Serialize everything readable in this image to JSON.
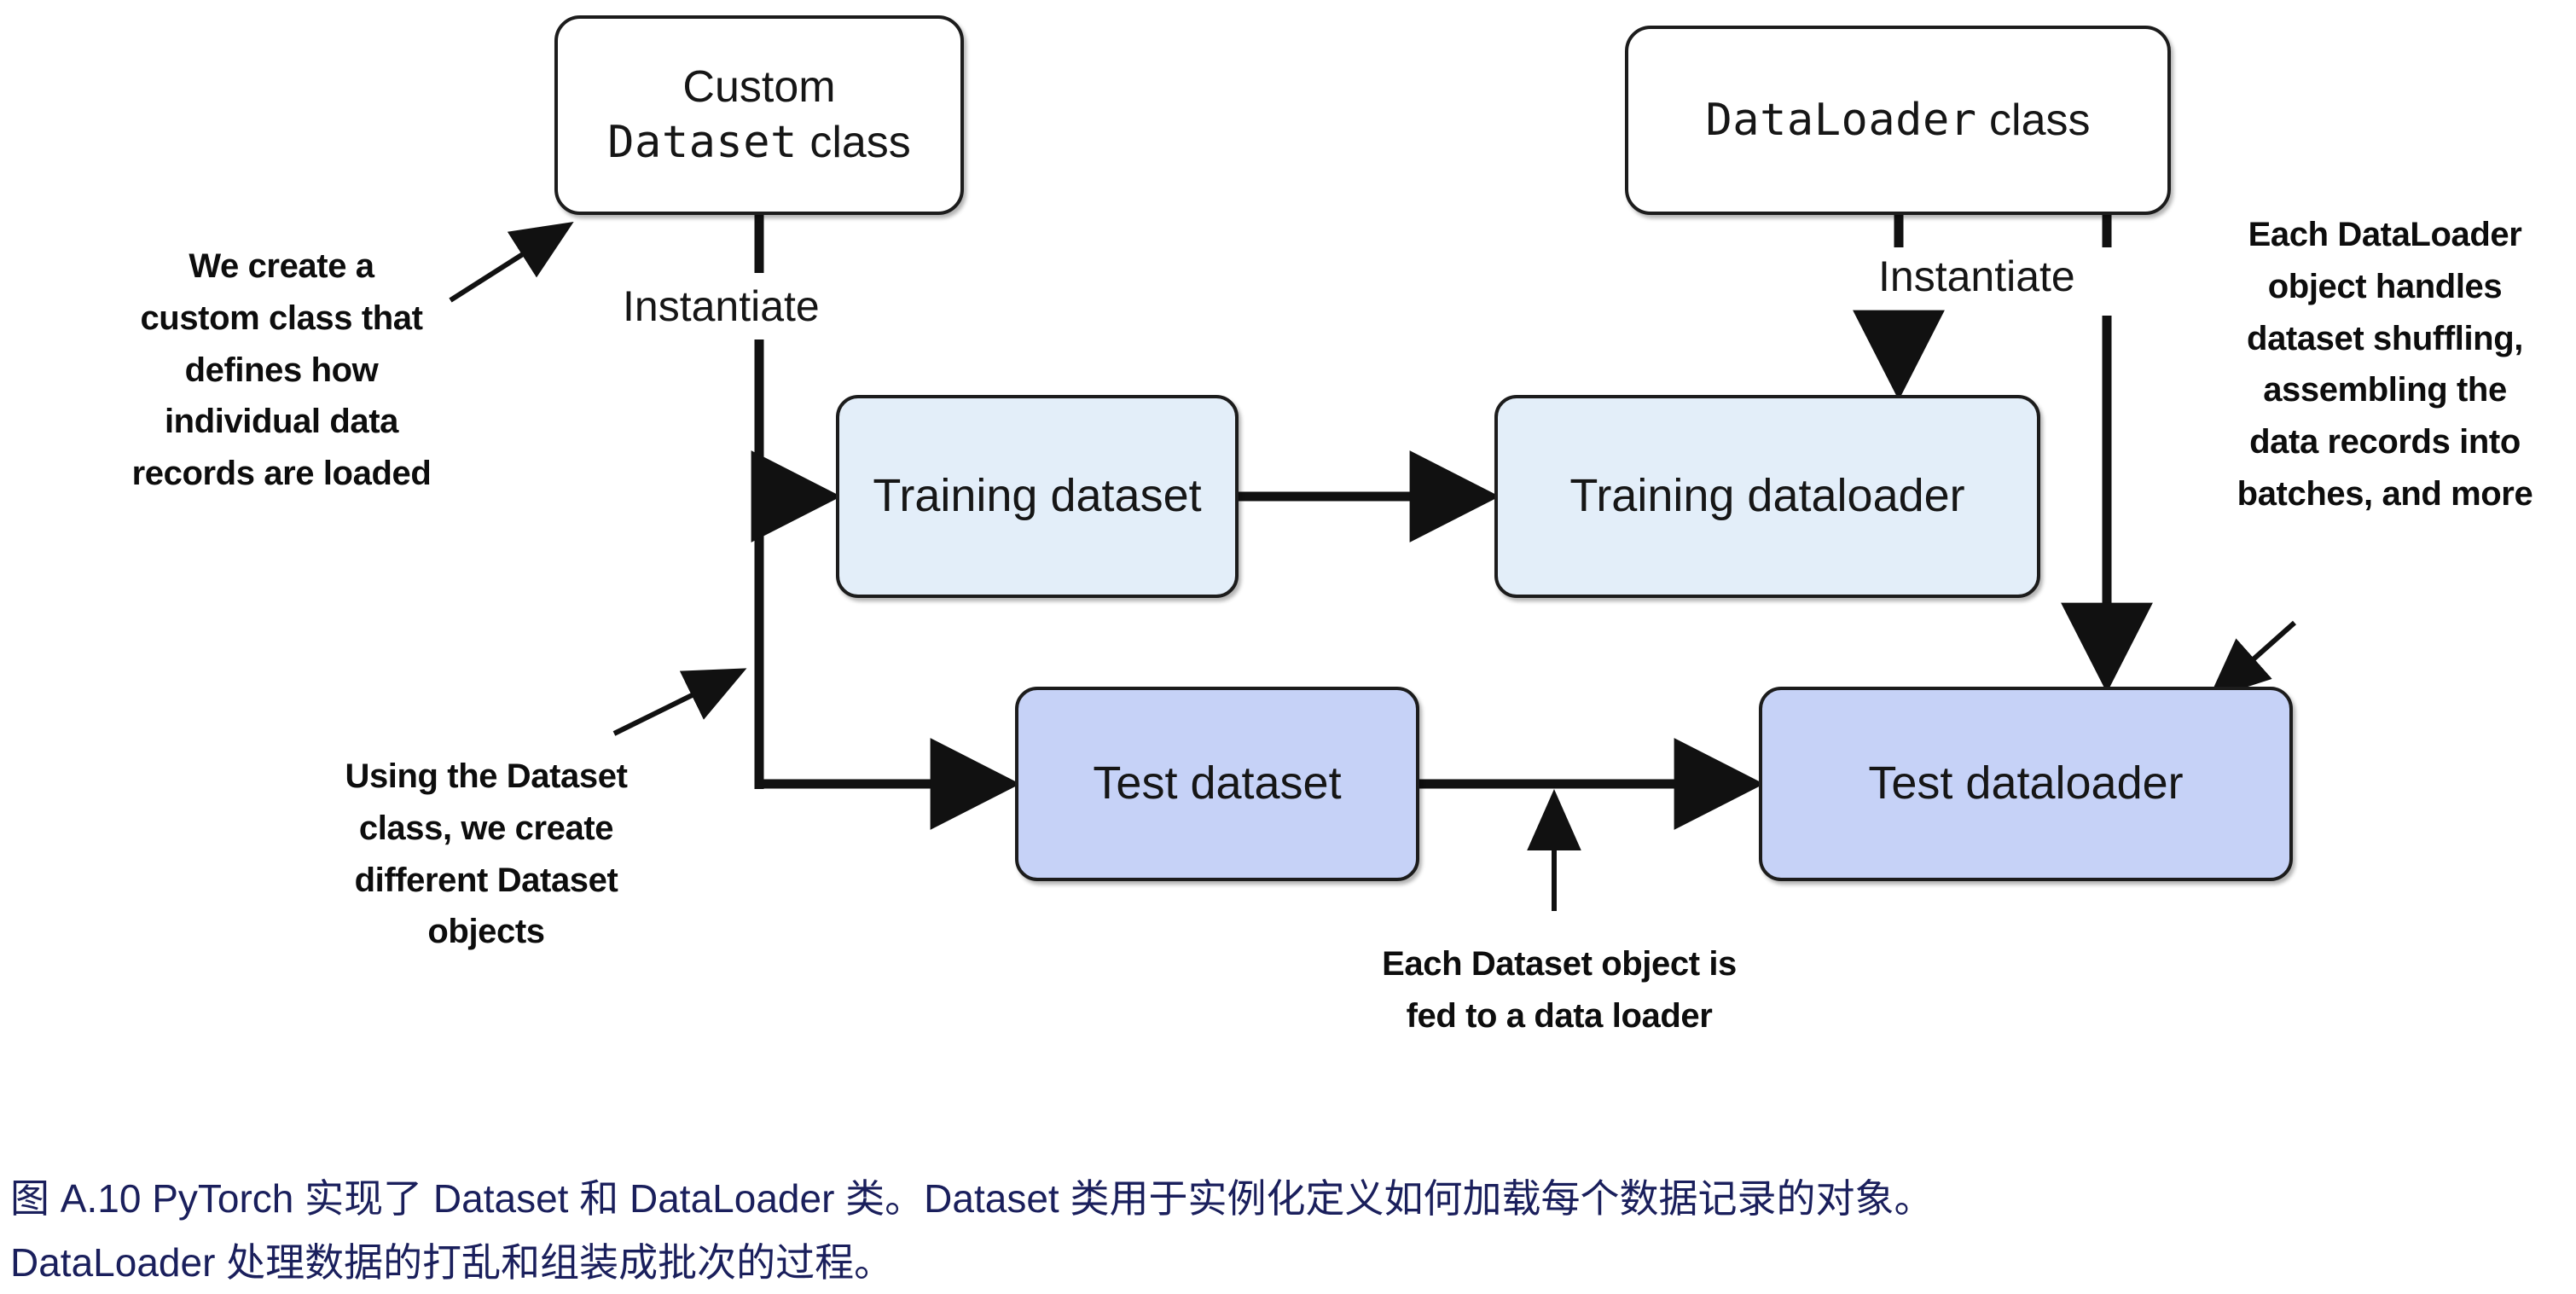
{
  "diagram": {
    "title": "PyTorch Dataset and DataLoader classes",
    "colors": {
      "stroke": "#1c1c1c",
      "light_blue_fill": "#e3eef9",
      "periwinkle_fill": "#c6d2f7",
      "white_fill": "#ffffff",
      "caption_text": "#1a1f5c",
      "annotation_text": "#0d0d0d"
    },
    "nodes": {
      "custom_dataset_class": {
        "line1": "Custom",
        "line2_mono": "Dataset",
        "line2_sans": "class"
      },
      "dataloader_class": {
        "mono": "DataLoader",
        "sans": "class"
      },
      "training_dataset": "Training dataset",
      "training_dataloader": "Training dataloader",
      "test_dataset": "Test dataset",
      "test_dataloader": "Test dataloader"
    },
    "edge_labels": {
      "instantiate_left": "Instantiate",
      "instantiate_right": "Instantiate"
    },
    "annotations": {
      "create_custom_class": "We create a custom class that defines how individual data records are loaded",
      "using_dataset_class": "Using the Dataset class, we create different Dataset objects",
      "each_dataloader": "Each DataLoader object handles dataset shuffling, assembling the data records into batches, and more",
      "each_dataset_fed": "Each Dataset object is fed to a data loader"
    },
    "annotation_lines": {
      "create_custom_class": [
        "We create a",
        "custom class that",
        "defines how",
        "individual data",
        "records are loaded"
      ],
      "using_dataset_class": [
        "Using the Dataset",
        "class, we create",
        "different Dataset",
        "objects"
      ],
      "each_dataloader": [
        "Each DataLoader",
        "object handles",
        "dataset shuffling,",
        "assembling the",
        "data records into",
        "batches, and more"
      ],
      "each_dataset_fed": [
        "Each Dataset object is",
        "fed to a data loader"
      ]
    }
  },
  "caption": {
    "line1": "图 A.10 PyTorch 实现了 Dataset 和 DataLoader 类。Dataset 类用于实例化定义如何加载每个数据记录的对象。",
    "line2": "DataLoader 处理数据的打乱和组装成批次的过程。"
  }
}
